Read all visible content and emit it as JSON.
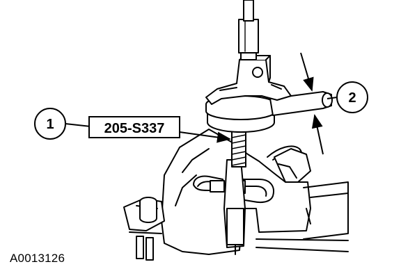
{
  "callouts": {
    "one": "1",
    "two": "2"
  },
  "tool_label": "205-S337",
  "figure_id": "A0013126",
  "colors": {
    "line": "#000000",
    "fill": "#ffffff"
  }
}
